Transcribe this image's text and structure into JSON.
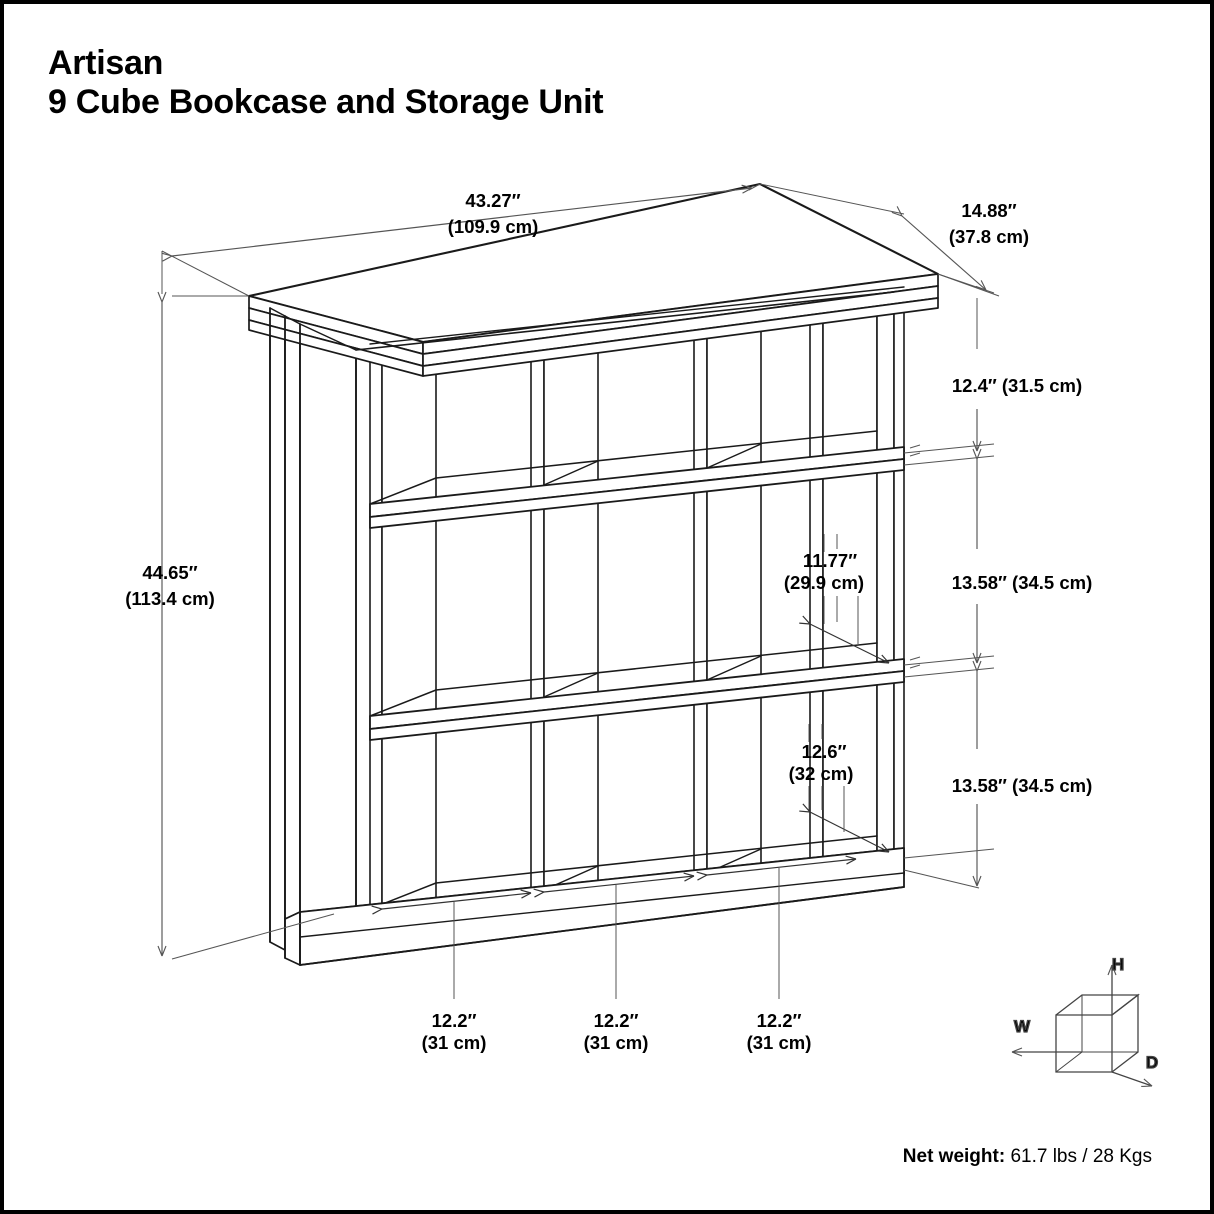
{
  "document": {
    "brand": "Artisan",
    "product": "9 Cube Bookcase and Storage Unit"
  },
  "dimensions": {
    "overall_width": {
      "inches": "43.27″",
      "cm": "(109.9 cm)"
    },
    "overall_depth": {
      "inches": "14.88″",
      "cm": "(37.8 cm)"
    },
    "overall_height": {
      "inches": "44.65″",
      "cm": "(113.4 cm)"
    },
    "row_top": "12.4″ (31.5 cm)",
    "row_middle": "13.58″ (34.5 cm)",
    "row_bottom": "13.58″ (34.5 cm)",
    "cube_interior_height": {
      "inches": "11.77″",
      "cm": "(29.9 cm)"
    },
    "cube_interior_depth": {
      "inches": "12.6″",
      "cm": "(32 cm)"
    },
    "cube_width_1": {
      "inches": "12.2″",
      "cm": "(31 cm)"
    },
    "cube_width_2": {
      "inches": "12.2″",
      "cm": "(31 cm)"
    },
    "cube_width_3": {
      "inches": "12.2″",
      "cm": "(31 cm)"
    }
  },
  "axis_legend": {
    "width_label": "W",
    "height_label": "H",
    "depth_label": "D"
  },
  "footer": {
    "weight_label": "Net weight:",
    "weight_value": "61.7 lbs / 28 Kgs"
  },
  "style": {
    "line_color": "#1a1a1a",
    "dim_line_color": "#555555",
    "text_color": "#000000",
    "background": "#ffffff"
  }
}
